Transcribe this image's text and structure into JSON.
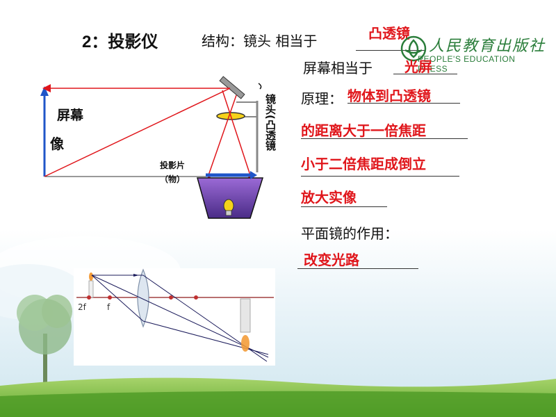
{
  "slide": {
    "title_number": "2",
    "title_sep": "：",
    "title_text": "投影仪",
    "structure_label": "结构：镜头 相当于",
    "structure_answer": "凸透镜",
    "screen_label": "屏幕相当于",
    "screen_answer": "光屏",
    "principle_label": "原理：",
    "principle_lines": [
      "物体到凸透镜",
      "的距离大于一倍焦距",
      "小于二倍焦距成倒立",
      "放大实像"
    ],
    "mirror_label": "平面镜的作用：",
    "mirror_answer": "改变光路"
  },
  "publisher": {
    "name": "人民教育出版社",
    "english": "PEOPLE'S EDUCATION PRESS",
    "brand_color": "#2a7d3a"
  },
  "diagram": {
    "screen_label": "屏幕",
    "image_label": "像",
    "lens_label": "镜头(凸透镜",
    "slide_label": "投影片",
    "slide_object_label": "（物）",
    "ray_color": "#e0161b",
    "arrow_color": "#1f55c8"
  },
  "ray_diagram": {
    "label_2f": "2f",
    "label_f": "f"
  }
}
